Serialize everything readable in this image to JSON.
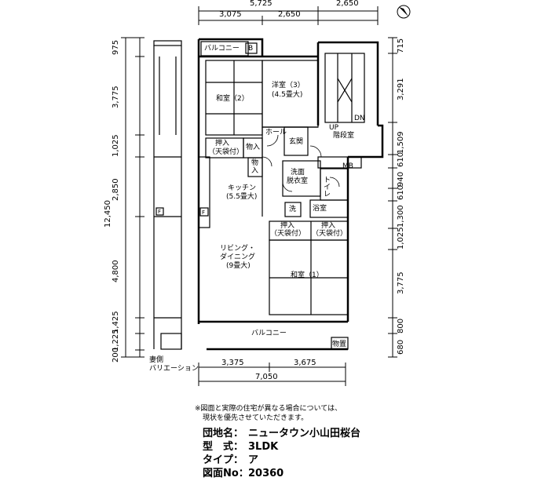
{
  "dimensions": {
    "top_total": "5,725",
    "top_right": "2,650",
    "top_a": "3,075",
    "top_b": "2,650",
    "bottom_a": "3,375",
    "bottom_b": "3,675",
    "bottom_total": "7,050",
    "left": [
      "975",
      "3,775",
      "1,025",
      "2,850",
      "4,800",
      "1,425",
      "1,225",
      "200"
    ],
    "left_total": "12,450",
    "right": [
      "715",
      "3,291",
      "1,509",
      "610",
      "940",
      "610",
      "1,300",
      "1,025",
      "3,775",
      "800",
      "680"
    ]
  },
  "rooms": {
    "balcony_top": "バルコニー",
    "b_mark": "B",
    "washitsu2_name": "和室（2）",
    "yoshitsu_name": "洋室（3）",
    "yoshitsu_size": "(4.5畳大)",
    "hall": "ホール",
    "genkan": "玄関",
    "oshiire_top": "押入",
    "oshiire_top_sub": "（天袋付）",
    "mono1": "物入",
    "mono2a": "物",
    "mono2b": "入",
    "kitchen_name": "キッチン",
    "kitchen_size": "(5.5畳大)",
    "senmen_a": "洗面",
    "senmen_b": "脱衣室",
    "toilet": "トイレ",
    "sen": "洗",
    "yokushitsu": "浴室",
    "oshiire_l": "押入",
    "oshiire_l_sub": "（天袋付）",
    "oshiire_r": "押入",
    "oshiire_r_sub": "（天袋付）",
    "living_a": "リビング・",
    "living_b": "ダイニング",
    "living_size": "(9畳大)",
    "washitsu1_name": "和室（1）",
    "balcony_bottom": "バルコニー",
    "monooki": "物置",
    "up": "UP",
    "dn": "DN",
    "kaidanshitsu": "階段室",
    "mb": "MB",
    "f_mark": "F",
    "variation_a": "妻側",
    "variation_b": "バリエーション"
  },
  "note": {
    "line1": "※図面と実際の住宅が異なる場合については、",
    "line2": "現状を優先させていただきます。"
  },
  "info": {
    "danchi_label": "団地名：",
    "danchi_value": "ニュータウン小山田桜台",
    "kata_label": "型　式：",
    "kata_value": "3LDK",
    "type_label": "タイプ：",
    "type_value": "ア",
    "zumen_label": "図面No：",
    "zumen_value": "20360"
  }
}
